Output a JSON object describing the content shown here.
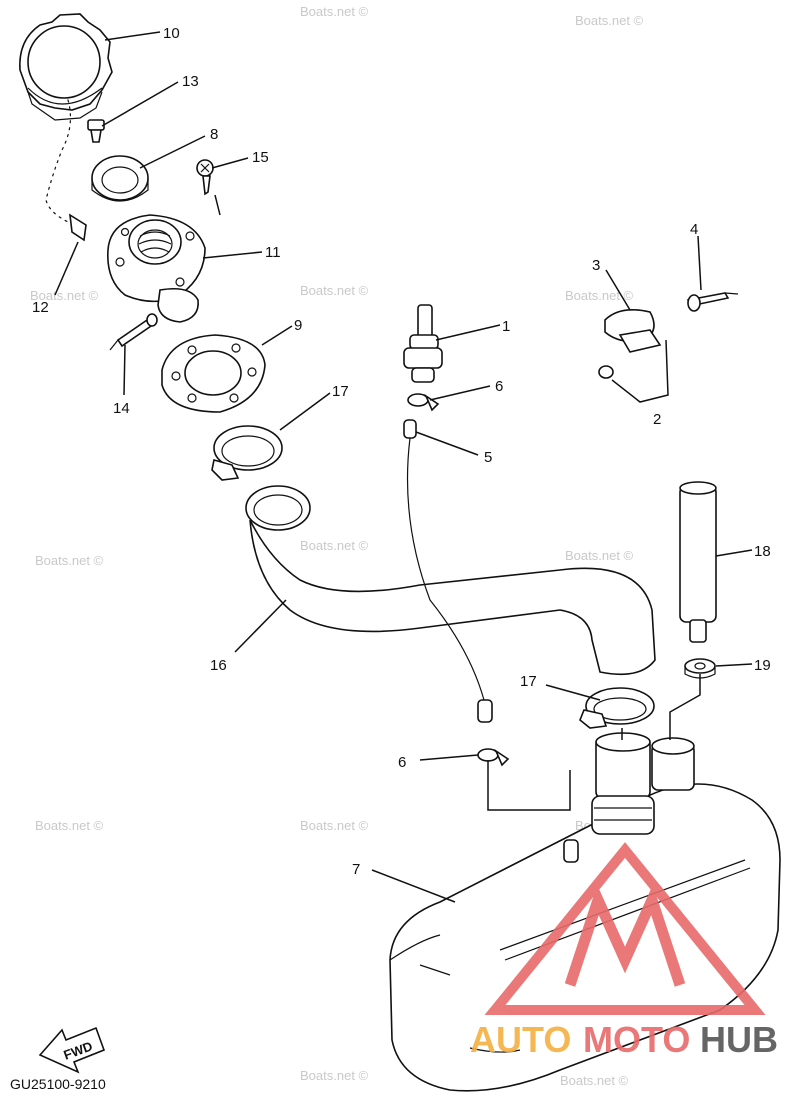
{
  "diagram_code": "GU25100-9210",
  "fwd_label": "FWD",
  "watermark_text": "Boats.net ©",
  "brand": {
    "part1": "AUTO",
    "part2": "MOTO",
    "part3": "HUB",
    "color_orange": "#f5b041",
    "color_red": "#e86a6a",
    "color_gray": "#555555",
    "logo_icon": "triangle-m-logo-icon"
  },
  "callouts": [
    {
      "id": "c1",
      "text": "1"
    },
    {
      "id": "c2",
      "text": "2"
    },
    {
      "id": "c3",
      "text": "3"
    },
    {
      "id": "c4",
      "text": "4"
    },
    {
      "id": "c5",
      "text": "5"
    },
    {
      "id": "c6a",
      "text": "6"
    },
    {
      "id": "c6b",
      "text": "6"
    },
    {
      "id": "c7",
      "text": "7"
    },
    {
      "id": "c8",
      "text": "8"
    },
    {
      "id": "c9",
      "text": "9"
    },
    {
      "id": "c10",
      "text": "10"
    },
    {
      "id": "c11",
      "text": "11"
    },
    {
      "id": "c12",
      "text": "12"
    },
    {
      "id": "c13",
      "text": "13"
    },
    {
      "id": "c14",
      "text": "14"
    },
    {
      "id": "c15",
      "text": "15"
    },
    {
      "id": "c16",
      "text": "16"
    },
    {
      "id": "c17a",
      "text": "17"
    },
    {
      "id": "c17b",
      "text": "17"
    },
    {
      "id": "c18",
      "text": "18"
    },
    {
      "id": "c19",
      "text": "19"
    }
  ]
}
